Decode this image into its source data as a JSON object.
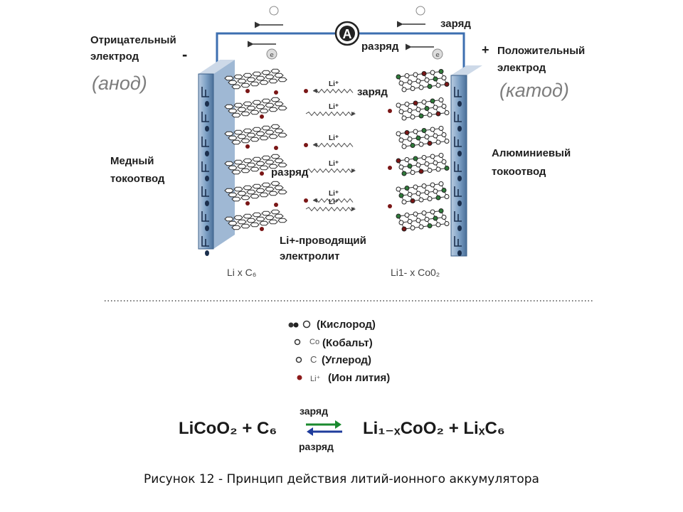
{
  "labels": {
    "negative_electrode": [
      "Отрицательный",
      "электрод"
    ],
    "negative_sign": "-",
    "anode": "(анод)",
    "positive_sign": "+",
    "positive_electrode": [
      "Положительный",
      "электрод"
    ],
    "cathode": "(катод)",
    "copper_collector": [
      "Медный",
      "токоотвод"
    ],
    "aluminum_collector": [
      "Алюминиевый",
      "токоотвод"
    ],
    "electrolyte": [
      "Li+-проводящий",
      "электролит"
    ],
    "anode_formula": "Li x C₆",
    "cathode_formula": "Li1- x Co0₂",
    "ammeter": "A",
    "top_charge": "заряд",
    "top_discharge": "разряд",
    "mid_charge": "заряд",
    "mid_discharge": "разряд",
    "ion": "Li⁺",
    "electron": "e"
  },
  "legend": [
    {
      "symbol": "O",
      "text": "(Кислород)"
    },
    {
      "symbol": "Co",
      "text": "(Кобальт)"
    },
    {
      "symbol": "C",
      "text": "(Углерод)"
    },
    {
      "symbol": "Li⁺",
      "text": "(Ион лития)"
    }
  ],
  "equation": {
    "left": "LiCoO₂ + C₆",
    "right": "Li₁₋ₓCoO₂ + LiₓC₆",
    "above": "заряд",
    "below": "разряд",
    "colors": {
      "forward": "#1a8a2e",
      "backward": "#1f3c9c"
    }
  },
  "caption": "Рисунок 12 - Принцип действия литий-ионного аккумулятора"
}
